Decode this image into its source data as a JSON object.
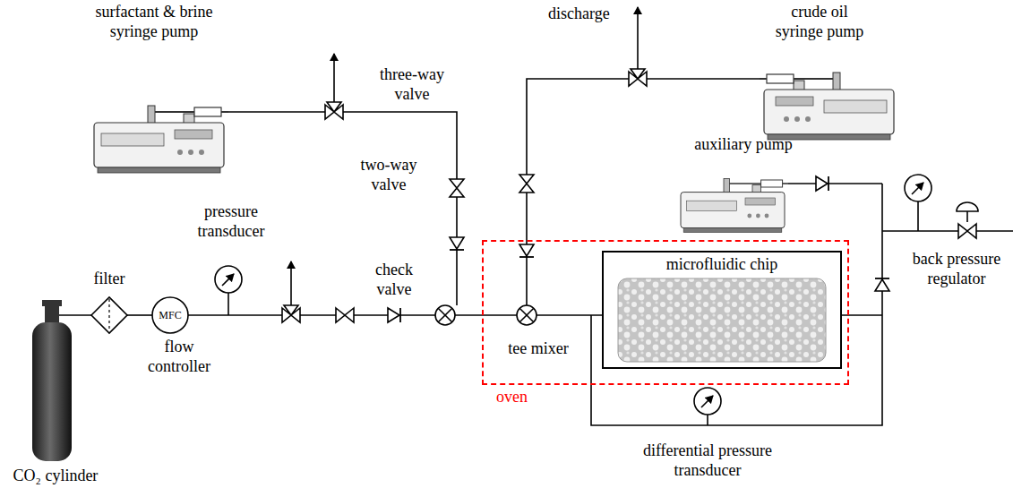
{
  "diagram": {
    "nodes": [
      {
        "text": [
          "oven"
        ]
      },
      {
        "text": [
          "microfluidic chip"
        ],
        "in": 0
      }
    ],
    "labels": [
      "discharge",
      "crude oil syringe pump",
      "surfactant & brine syringe pump",
      "three-way valve",
      "auxiliary pump",
      "two-way valve",
      "pressure transducer",
      "check valve",
      "filter",
      "MFC",
      "flow controller",
      "tee mixer",
      "back pressure regulator",
      "differential pressure transducer",
      "CO₂ cylinder"
    ]
  }
}
